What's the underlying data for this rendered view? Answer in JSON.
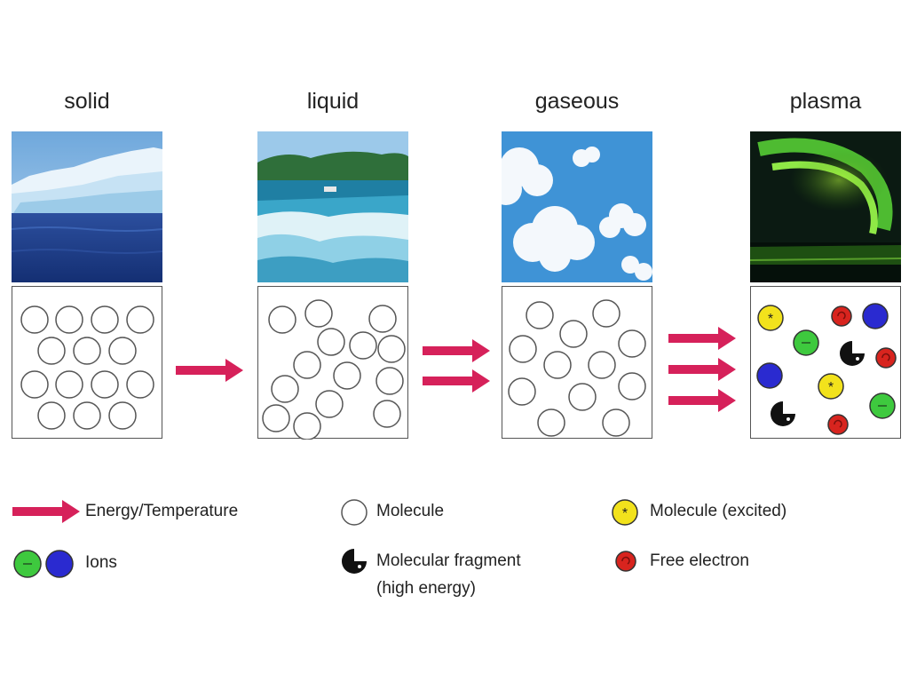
{
  "states": [
    {
      "name": "solid"
    },
    {
      "name": "liquid"
    },
    {
      "name": "gaseous"
    },
    {
      "name": "plasma"
    }
  ],
  "legend": {
    "energy": "Energy/Temperature",
    "molecule": "Molecule",
    "excited": "Molecule (excited)",
    "ions": "Ions",
    "fragment_line1": "Molecular fragment",
    "fragment_line2": "(high energy)",
    "electron": "Free electron"
  },
  "colors": {
    "arrow": "#d6215a",
    "ion_negative": "#3ec93e",
    "ion_positive": "#2a2ad0",
    "excited": "#f2e21c",
    "electron": "#d8241e",
    "fragment": "#111111"
  },
  "icons": [
    "glacier-photo",
    "waterfall-photo",
    "clouds-photo",
    "aurora-photo",
    "energy-arrow-icon",
    "molecule-icon",
    "excited-molecule-icon",
    "ion-icon",
    "fragment-icon",
    "electron-icon"
  ]
}
